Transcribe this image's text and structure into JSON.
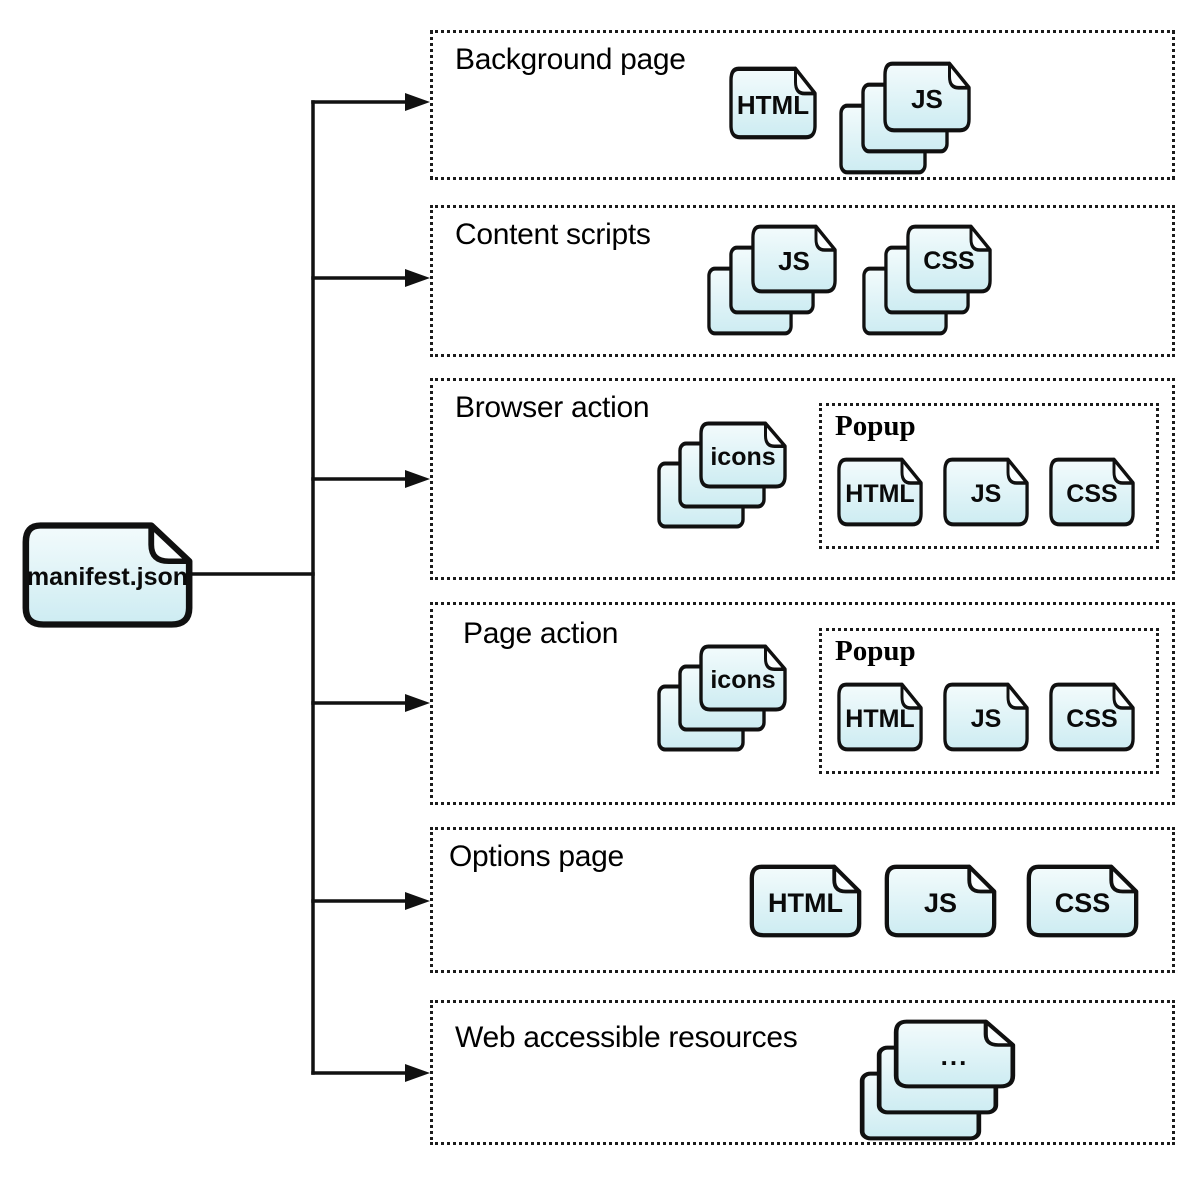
{
  "diagram": {
    "manifest": {
      "label": "manifest.json"
    },
    "sections": [
      {
        "title": "Background page",
        "files": [
          {
            "label": "HTML",
            "type": "single"
          },
          {
            "label": "JS",
            "type": "stack"
          }
        ]
      },
      {
        "title": "Content scripts",
        "files": [
          {
            "label": "JS",
            "type": "stack"
          },
          {
            "label": "CSS",
            "type": "stack"
          }
        ]
      },
      {
        "title": "Browser action",
        "files": [
          {
            "label": "icons",
            "type": "stack"
          }
        ],
        "popup": {
          "title": "Popup",
          "files": [
            {
              "label": "HTML",
              "type": "single"
            },
            {
              "label": "JS",
              "type": "single"
            },
            {
              "label": "CSS",
              "type": "single"
            }
          ]
        }
      },
      {
        "title": "Page action",
        "files": [
          {
            "label": "icons",
            "type": "stack"
          }
        ],
        "popup": {
          "title": "Popup",
          "files": [
            {
              "label": "HTML",
              "type": "single"
            },
            {
              "label": "JS",
              "type": "single"
            },
            {
              "label": "CSS",
              "type": "single"
            }
          ]
        }
      },
      {
        "title": "Options page",
        "files": [
          {
            "label": "HTML",
            "type": "single"
          },
          {
            "label": "JS",
            "type": "single"
          },
          {
            "label": "CSS",
            "type": "single"
          }
        ]
      },
      {
        "title": "Web accessible resources",
        "files": [
          {
            "label": "...",
            "type": "stack"
          }
        ]
      }
    ],
    "colors": {
      "file_fill_top": "#f3fbfc",
      "file_fill_bottom": "#cdecf2",
      "stroke": "#101010",
      "line": "#111111",
      "background": "#ffffff"
    }
  }
}
